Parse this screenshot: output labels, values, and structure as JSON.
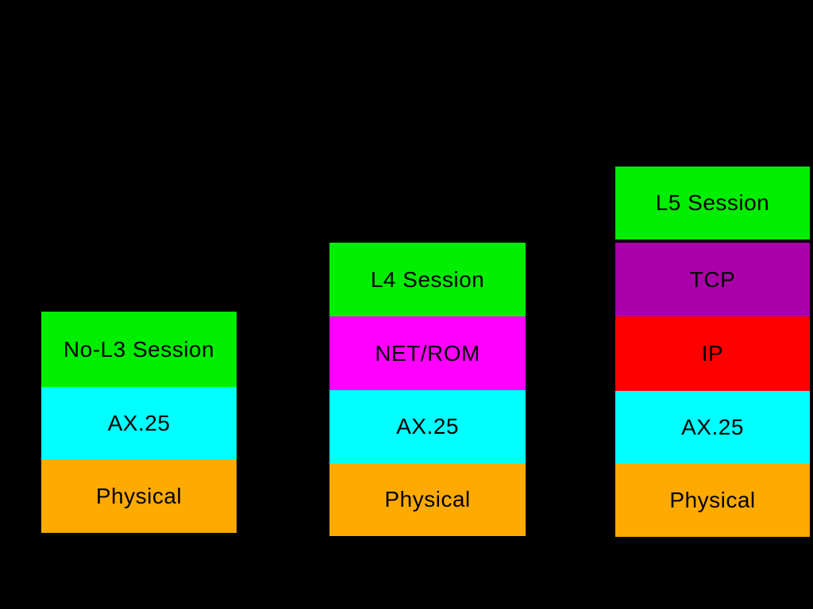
{
  "colors": {
    "background": "#000000",
    "text": "#000000",
    "session_green": "#00ee00",
    "ax25_cyan": "#00ffff",
    "physical_orange": "#ffaa00",
    "netrom_magenta": "#ff00ff",
    "tcp_purple": "#aa00aa",
    "ip_red": "#ff0000"
  },
  "stacks": [
    {
      "layers": [
        {
          "label": "No-L3 Session",
          "color": "#00ee00"
        },
        {
          "label": "AX.25",
          "color": "#00ffff"
        },
        {
          "label": "Physical",
          "color": "#ffaa00"
        }
      ]
    },
    {
      "layers": [
        {
          "label": "L4 Session",
          "color": "#00ee00"
        },
        {
          "label": "NET/ROM",
          "color": "#ff00ff"
        },
        {
          "label": "AX.25",
          "color": "#00ffff"
        },
        {
          "label": "Physical",
          "color": "#ffaa00"
        }
      ]
    },
    {
      "layers": [
        {
          "label": "L5 Session",
          "color": "#00ee00"
        },
        {
          "label": "TCP",
          "color": "#aa00aa"
        },
        {
          "label": "IP",
          "color": "#ff0000"
        },
        {
          "label": "AX.25",
          "color": "#00ffff"
        },
        {
          "label": "Physical",
          "color": "#ffaa00"
        }
      ]
    }
  ]
}
